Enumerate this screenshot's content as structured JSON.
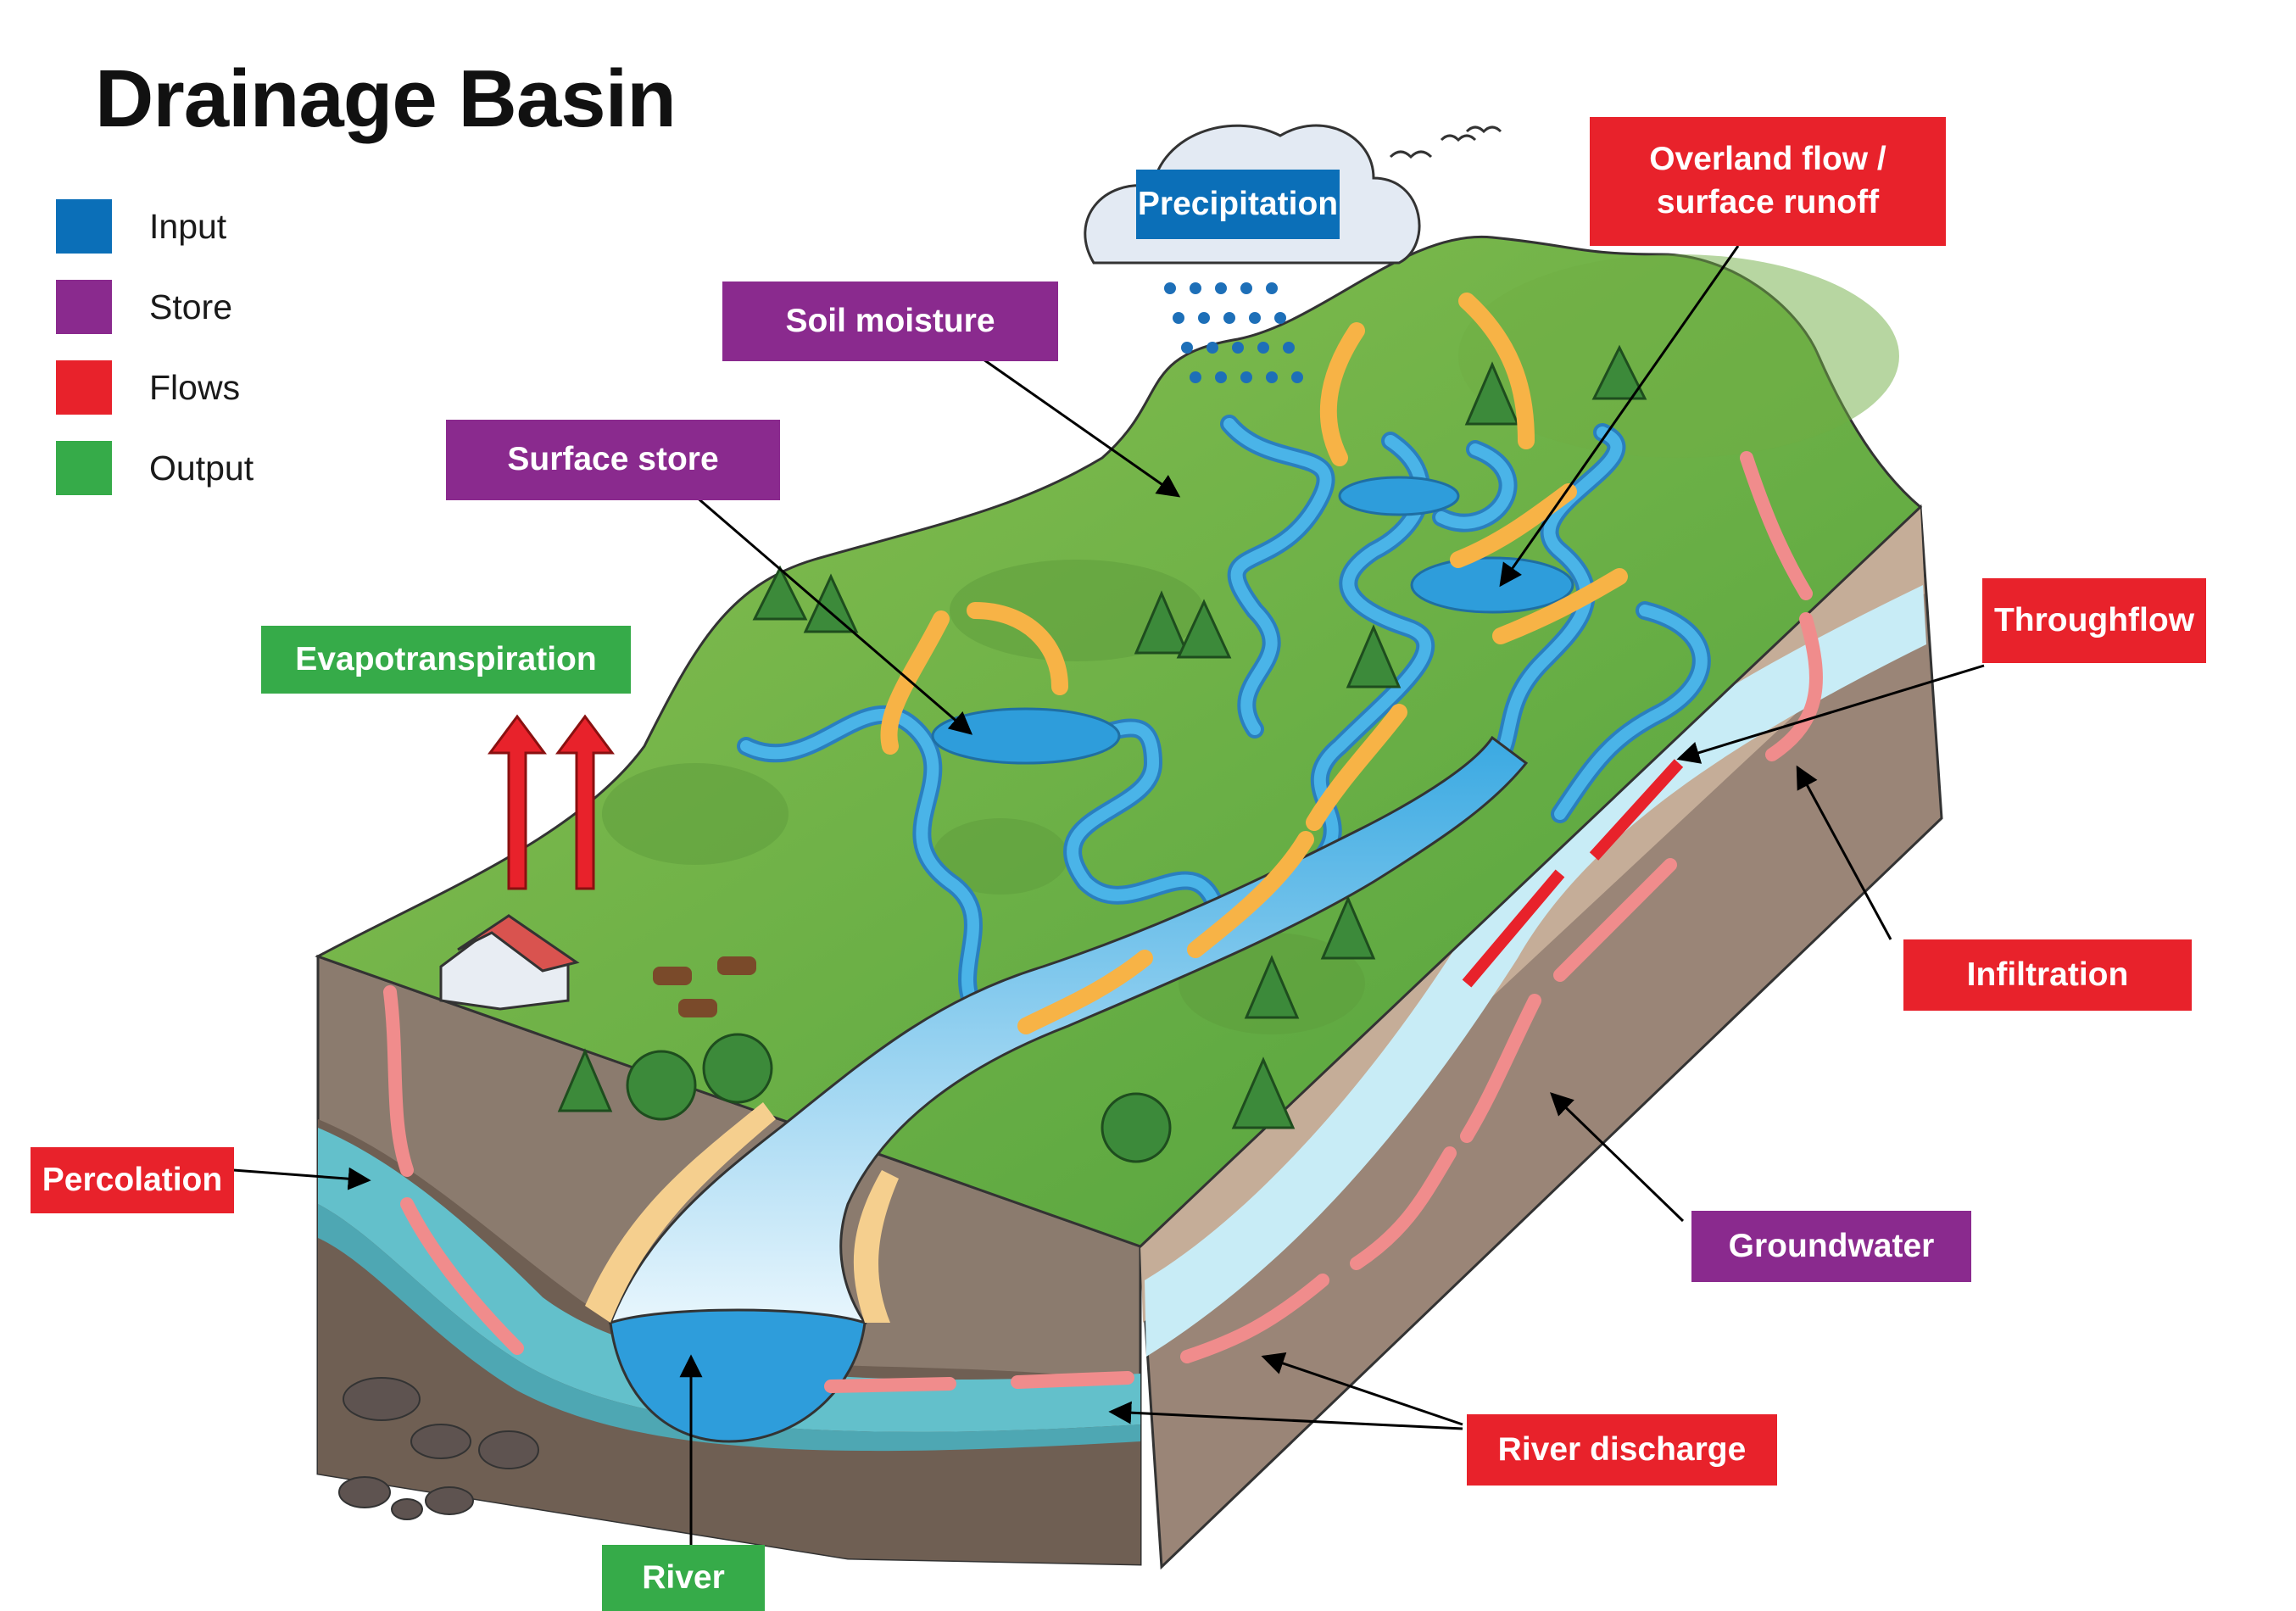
{
  "title": "Drainage Basin",
  "colors": {
    "input": "#0b6fb8",
    "store": "#8a2a8e",
    "flows": "#e8222b",
    "output": "#36ab49"
  },
  "legend": [
    {
      "label": "Input",
      "color": "#0b6fb8"
    },
    {
      "label": "Store",
      "color": "#8a2a8e"
    },
    {
      "label": "Flows",
      "color": "#e8222b"
    },
    {
      "label": "Output",
      "color": "#36ab49"
    }
  ],
  "labels": {
    "precipitation": "Precipitation",
    "overland_line1": "Overland flow /",
    "overland_line2": "surface runoff",
    "soil_moisture": "Soil moisture",
    "surface_store": "Surface store",
    "evapotranspiration": "Evapotranspiration",
    "throughflow": "Throughflow",
    "infiltration": "Infiltration",
    "percolation": "Percolation",
    "groundwater": "Groundwater",
    "river_discharge": "River discharge",
    "river": "River"
  }
}
